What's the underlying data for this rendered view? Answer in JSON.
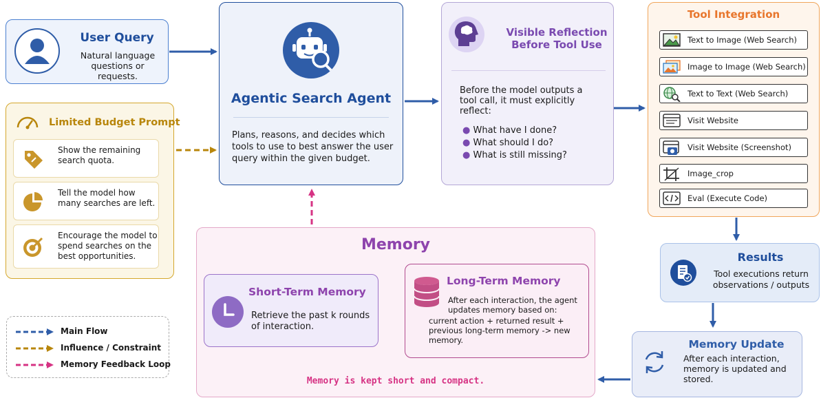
{
  "user_query": {
    "title": "User Query",
    "desc": "Natural language questions or requests."
  },
  "budget": {
    "title": "Limited Budget Prompt",
    "items": [
      "Show the remaining search quota.",
      "Tell the model how many searches are left.",
      "Encourage the model to spend searches on the best opportunities."
    ]
  },
  "agent": {
    "title": "Agentic Search Agent",
    "desc": "Plans, reasons, and decides which tools to use to best answer the user query within the given budget."
  },
  "reflection": {
    "title_line1": "Visible Reflection",
    "title_line2": "Before Tool Use",
    "desc": "Before the model outputs a tool call, it must explicitly reflect:",
    "bullets": [
      "What have I done?",
      "What should I do?",
      "What is still missing?"
    ]
  },
  "tools": {
    "title": "Tool Integration",
    "items": [
      {
        "label": "Text to Image (Web Search)",
        "icon": "image-icon"
      },
      {
        "label": "Image to Image (Web Search)",
        "icon": "gallery-icon"
      },
      {
        "label": "Text to Text (Web Search)",
        "icon": "globe-search-icon"
      },
      {
        "label": "Visit Website",
        "icon": "browser-icon"
      },
      {
        "label": "Visit Website (Screenshot)",
        "icon": "camera-icon"
      },
      {
        "label": "Image_crop",
        "icon": "crop-icon"
      },
      {
        "label": "Eval (Execute Code)",
        "icon": "code-icon"
      }
    ]
  },
  "results": {
    "title": "Results",
    "desc": "Tool executions return observations / outputs"
  },
  "memory_update": {
    "title": "Memory Update",
    "desc": "After each interaction, memory is updated and stored."
  },
  "memory": {
    "title": "Memory",
    "short_term": {
      "title": "Short-Term Memory",
      "desc": "Retrieve the past k rounds of interaction."
    },
    "long_term": {
      "title": "Long-Term Memory",
      "desc1": "After each interaction, the agent updates memory based on:",
      "desc2": "current action + returned result + previous long-term memory -> new memory."
    },
    "note": "Memory is kept short and compact."
  },
  "legend": {
    "items": [
      {
        "label": "Main Flow",
        "color": "#2f5da8"
      },
      {
        "label": "Influence / Constraint",
        "color": "#b8860b"
      },
      {
        "label": "Memory Feedback Loop",
        "color": "#d63384"
      }
    ]
  },
  "colors": {
    "blue": "#2f5da8",
    "gold": "#b8860b",
    "pink": "#d63384",
    "purple": "#8e44ad",
    "orange": "#e8762c"
  }
}
